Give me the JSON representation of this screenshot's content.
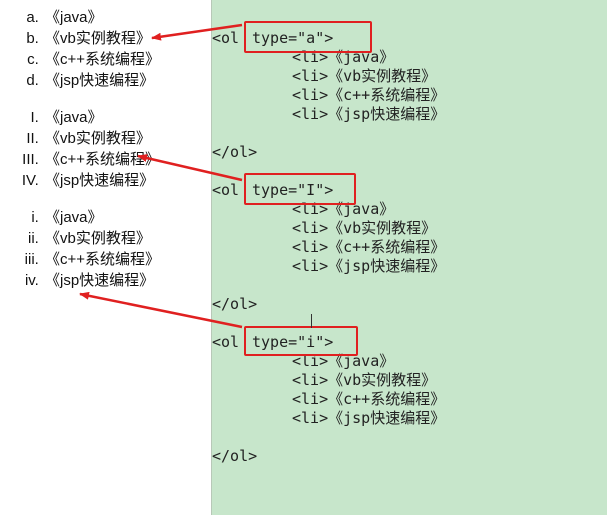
{
  "rendered": {
    "list_a": [
      "《java》",
      "《vb实例教程》",
      "《c++系统编程》",
      "《jsp快速编程》"
    ],
    "list_I": [
      "《java》",
      "《vb实例教程》",
      "《c++系统编程》",
      "《jsp快速编程》"
    ],
    "list_i": [
      "《java》",
      "《vb实例教程》",
      "《c++系统编程》",
      "《jsp快速编程》"
    ]
  },
  "code": {
    "block_a_open_prefix": "<ol ",
    "block_a_type_attr": "type=\"a\">",
    "block_I_open_prefix": "<ol ",
    "block_I_type_attr": "type=\"I\">",
    "block_i_open_prefix": "<ol ",
    "block_i_type_attr": "type=\"i\">",
    "items": [
      "<li>《java》",
      "<li>《vb实例教程》",
      "<li>《c++系统编程》",
      "<li>《jsp快速编程》"
    ],
    "close_tag": "</ol>"
  },
  "colors": {
    "editor_bg": "#c7e6cb",
    "highlight": "#e02020",
    "arrow": "#e02020"
  }
}
